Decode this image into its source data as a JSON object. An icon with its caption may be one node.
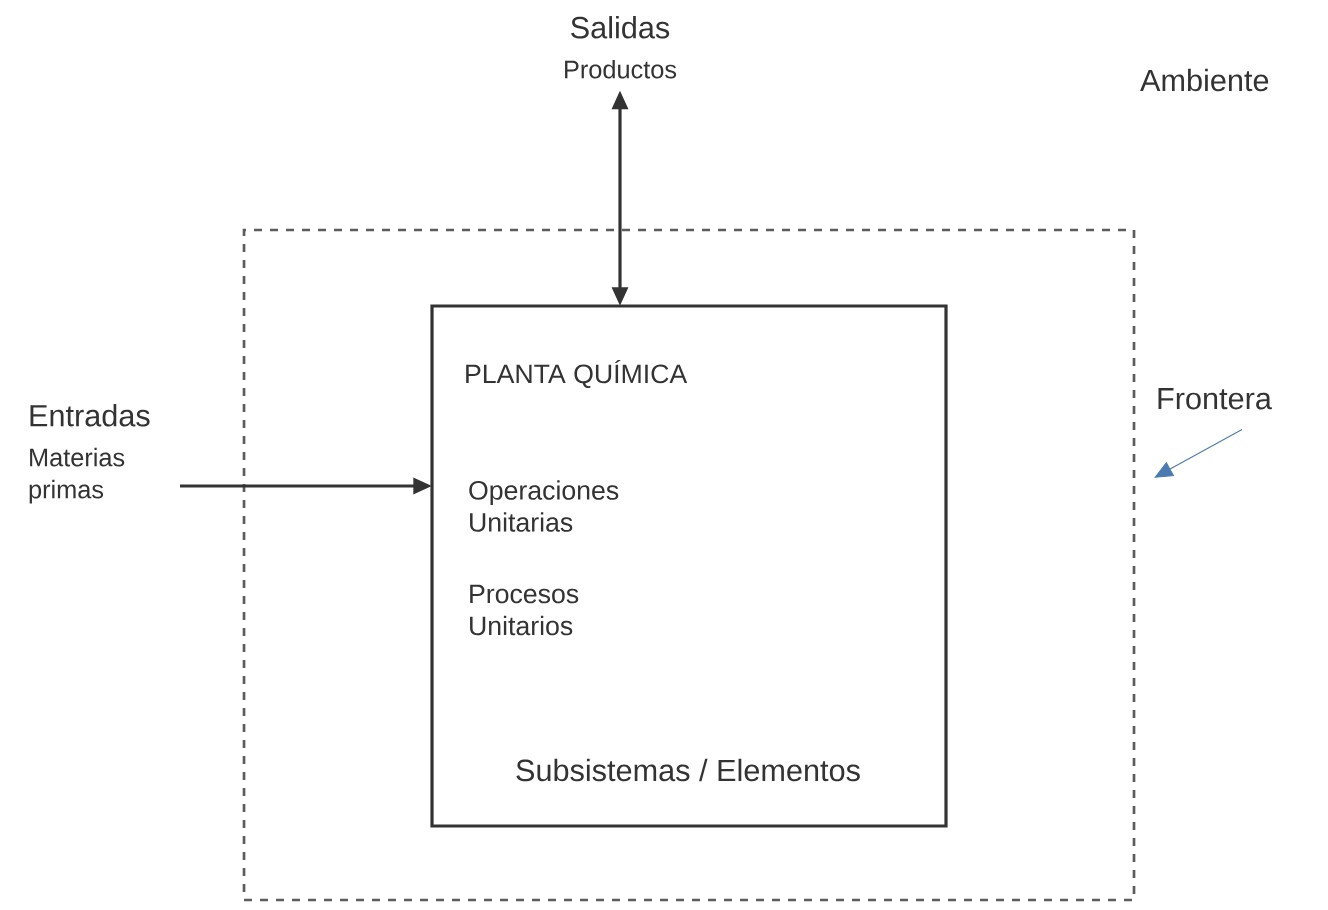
{
  "diagram": {
    "nodes": [
      {
        "text": [],
        "shape": "box"
      },
      {
        "text": [
          "PLANTA QUÍMICA",
          "Operaciones Unitarias",
          "Procesos Unitarios",
          "Subsistemas / Elementos"
        ],
        "in": 0
      },
      {
        "text": [
          "Salidas",
          "Productos"
        ]
      },
      {
        "text": [
          "Entradas",
          "Materias primas"
        ]
      },
      {
        "text": [
          "Frontera"
        ]
      }
    ],
    "edges": [
      {
        "from": 2,
        "to": 1,
        "arrow": "both"
      },
      {
        "from": 3,
        "to": 1,
        "arrow": "to"
      },
      {
        "from": 4,
        "to": 0,
        "arrow": "to",
        "color": "#4a7ab0"
      }
    ],
    "labels": [
      "Ambiente"
    ]
  }
}
